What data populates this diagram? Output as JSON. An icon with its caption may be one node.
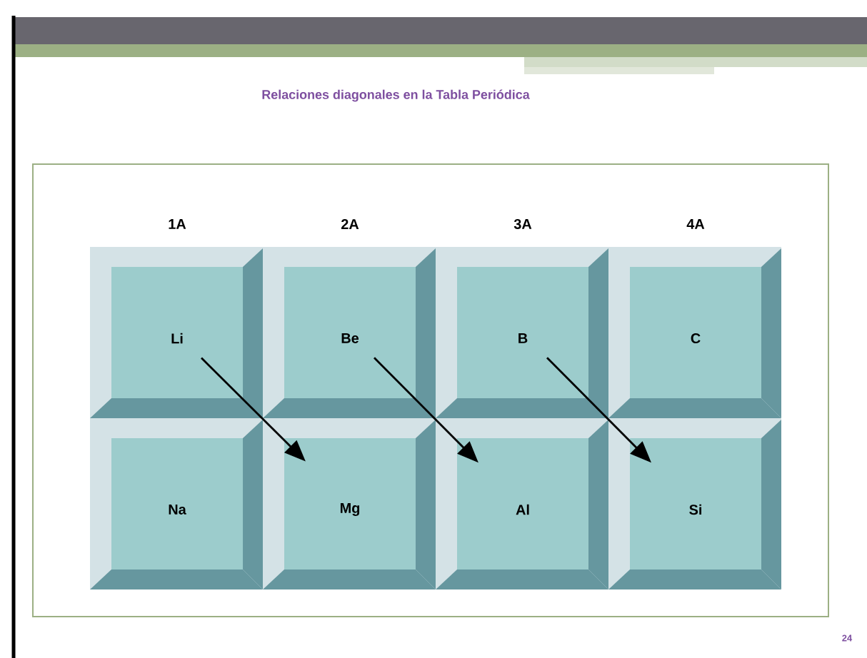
{
  "diagram": {
    "title": "Relaciones diagonales en la Tabla Periódica",
    "nodes": [
      {
        "text": [
          "Li"
        ]
      },
      {
        "text": [
          "Be"
        ]
      },
      {
        "text": [
          "B"
        ]
      },
      {
        "text": [
          "C"
        ]
      },
      {
        "text": [
          "Na"
        ]
      },
      {
        "text": [
          "Mg"
        ]
      },
      {
        "text": [
          "Al"
        ]
      },
      {
        "text": [
          "Si"
        ]
      }
    ],
    "edges": [
      {
        "from": 0,
        "to": 5,
        "arrow": "to"
      },
      {
        "from": 1,
        "to": 6,
        "arrow": "to"
      },
      {
        "from": 2,
        "to": 7,
        "arrow": "to"
      }
    ],
    "labels": [
      "1A",
      "2A",
      "3A",
      "4A",
      "24"
    ]
  }
}
